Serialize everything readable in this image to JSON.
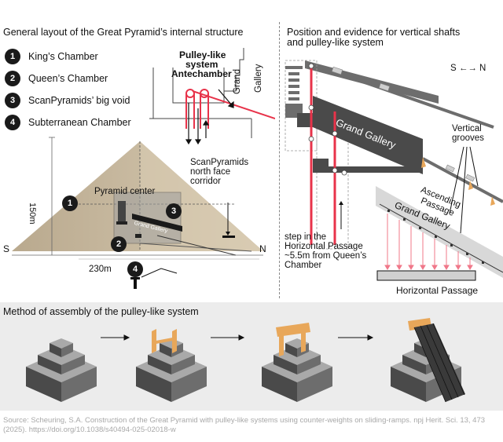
{
  "left_panel": {
    "title": "General layout of the Great Pyramid’s internal structure",
    "legend": [
      {
        "num": "1",
        "label": "King’s Chamber"
      },
      {
        "num": "2",
        "label": "Queen’s Chamber"
      },
      {
        "num": "3",
        "label": "ScanPyramids’ big void"
      },
      {
        "num": "4",
        "label": "Subterranean Chamber"
      }
    ],
    "inset_label_top": "Pulley-like",
    "inset_label_mid": "system",
    "inset_label_ante": "Antechamber",
    "inset_grand_gallery_1": "Grand",
    "inset_grand_gallery_2": "Gallery",
    "height_label": "150m",
    "base_label": "230m",
    "south_label": "S",
    "north_label": "N",
    "pyramid_center": "Pyramid center",
    "grand_gallery_small": "Grand Gallery",
    "corridor_label_1": "ScanPyramids",
    "corridor_label_2": "north face",
    "corridor_label_3": "corridor",
    "markers": [
      "1",
      "2",
      "3",
      "4"
    ]
  },
  "right_panel": {
    "title_1": "Position and evidence for vertical shafts",
    "title_2": "and pulley-like system",
    "compass": "S ←→ N",
    "grand_gallery": "Grand Gallery",
    "vertical_grooves_1": "Vertical",
    "vertical_grooves_2": "grooves",
    "ascending_passage_1": "Ascending",
    "ascending_passage_2": "Passage",
    "grand_gallery_2": "Grand Gallery",
    "step_note": [
      "step in the",
      "Horizontal Passage",
      "~5.5m from Queen’s",
      "Chamber"
    ],
    "horizontal_passage": "Horizontal Passage"
  },
  "bottom_panel": {
    "title": "Method of assembly of the pulley-like system"
  },
  "source": "Source: Scheuring, S.A. Construction of the Great Pyramid with pulley-like systems using counter-weights on sliding-ramps. npj Herit. Sci. 13, 473 (2025). https://doi.org/10.1038/s40494-025-02018-w",
  "colors": {
    "red": "#e8334a",
    "sand": "#c9b89a",
    "dark": "#1a1a1a",
    "gray": "#6d6d6d",
    "wood": "#e8a75a"
  }
}
